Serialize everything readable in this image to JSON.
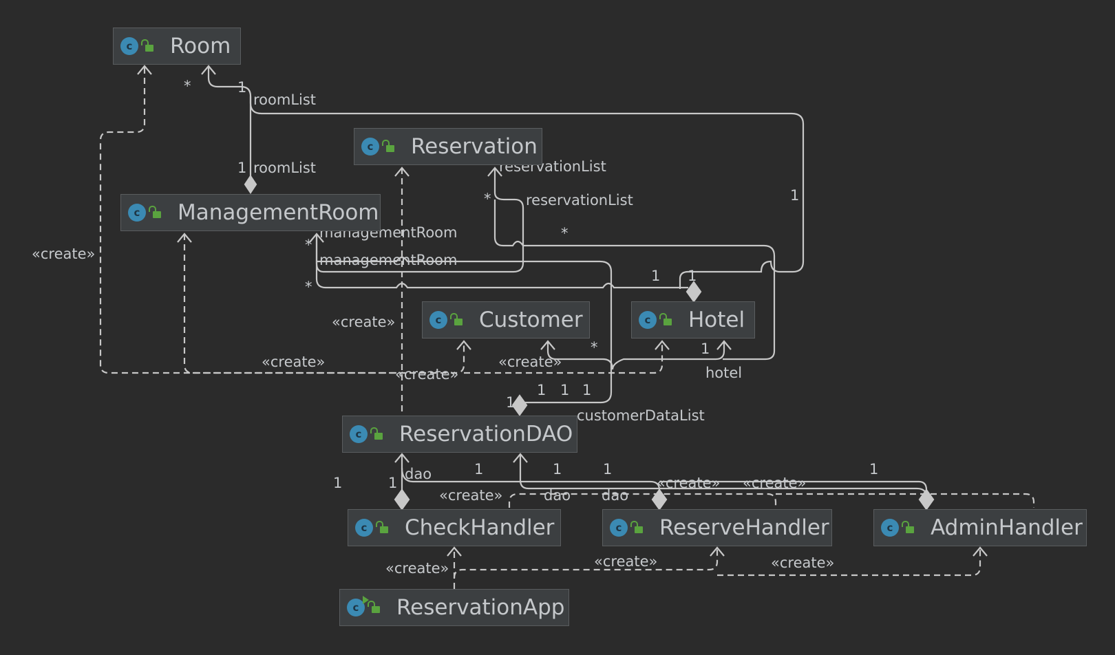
{
  "nodes": {
    "room": {
      "name": "Room",
      "icon": "class-icon"
    },
    "reservation": {
      "name": "Reservation",
      "icon": "class-icon"
    },
    "management_room": {
      "name": "ManagementRoom",
      "icon": "class-icon"
    },
    "customer": {
      "name": "Customer",
      "icon": "class-icon"
    },
    "hotel": {
      "name": "Hotel",
      "icon": "class-icon"
    },
    "reservation_dao": {
      "name": "ReservationDAO",
      "icon": "class-icon"
    },
    "check_handler": {
      "name": "CheckHandler",
      "icon": "class-icon"
    },
    "reserve_handler": {
      "name": "ReserveHandler",
      "icon": "class-icon"
    },
    "admin_handler": {
      "name": "AdminHandler",
      "icon": "class-icon"
    },
    "reservation_app": {
      "name": "ReservationApp",
      "icon": "class-run-icon"
    }
  },
  "edge_labels": {
    "room_list": "roomList",
    "reservation_list": "reservationList",
    "management_room": "managementRoom",
    "create": "«create»",
    "hotel": "hotel",
    "customer_data_list": "customerDataList",
    "dao": "dao"
  },
  "multiplicity": {
    "one": "1",
    "many": "*"
  },
  "colors": {
    "background": "#2b2b2b",
    "node": "#3c3f41",
    "edge": "#c8c8c8",
    "text": "#c5c8cb",
    "class_icon": "#3b8ab3",
    "access_icon": "#5aa33f"
  }
}
